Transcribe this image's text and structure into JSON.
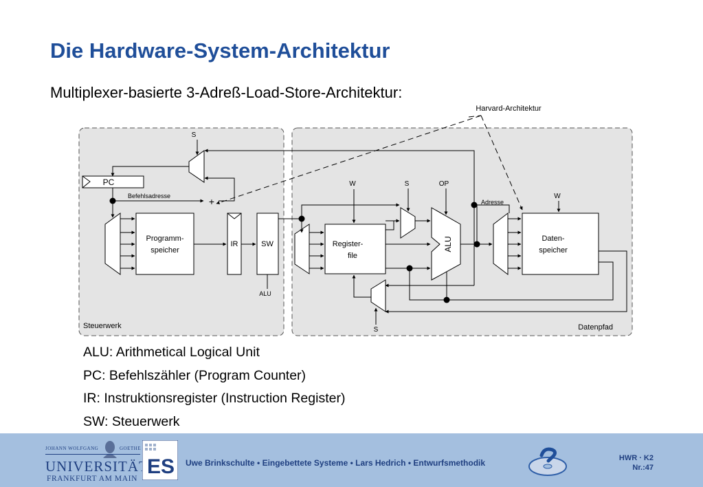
{
  "slide": {
    "title": "Die Hardware-System-Architektur",
    "subtitle": "Multiplexer-basierte 3-Adreß-Load-Store-Architektur:"
  },
  "diagram": {
    "regions": {
      "control": "Steuerwerk",
      "datapath": "Datenpfad"
    },
    "annotations": {
      "harvard": "Harvard-Architektur"
    },
    "blocks": {
      "pc": "PC",
      "program_memory": [
        "Programm-",
        "speicher"
      ],
      "ir": "IR",
      "sw": "SW",
      "register_file": [
        "Register-",
        "file"
      ],
      "alu": "ALU",
      "data_memory": [
        "Daten-",
        "speicher"
      ]
    },
    "signals": {
      "s_top": "S",
      "befehlsadresse": "Befehlsadresse",
      "plus": "+",
      "w_regfile": "W",
      "s_mid": "S",
      "op": "OP",
      "adresse": "Adresse",
      "w_datamem": "W",
      "alu_out": "ALU",
      "s_bottom": "S"
    }
  },
  "legend": [
    "ALU: Arithmetical Logical Unit",
    "PC: Befehlszähler (Program Counter)",
    "IR: Instruktionsregister (Instruction Register)",
    "SW: Steuerwerk"
  ],
  "footer": {
    "logo_small_left": "JOHANN WOLFGANG",
    "logo_small_right": "GOETHE",
    "logo_university": "UNIVERSITÄT",
    "logo_city": "FRANKFURT AM MAIN",
    "logo_es": "ES",
    "authors": "Uwe Brinkschulte • Eingebettete Systeme • Lars Hedrich • Entwurfsmethodik",
    "course": "HWR · K2",
    "slide_number": "Nr.:47"
  },
  "colors": {
    "title": "#1f4e99",
    "footer_bg": "#a4bfdf",
    "region_fill": "#e4e4e4"
  }
}
